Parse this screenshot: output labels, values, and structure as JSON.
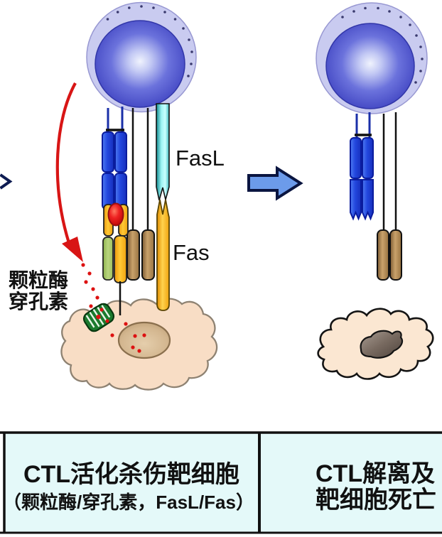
{
  "labels": {
    "fasl": "FasL",
    "fas": "Fas",
    "granzyme": "颗粒酶",
    "perforin": "穿孔素"
  },
  "caption": {
    "left": {
      "title": "CTL活化杀伤靶细胞",
      "subtitle": "（颗粒酶/穿孔素，FasL/Fas）"
    },
    "right": {
      "title": "CTL解离及",
      "subtitle": "靶细胞死亡"
    }
  },
  "colors": {
    "ctl_cell_body": "#4A4FCB",
    "ctl_cell_halo": "#C9CBF0",
    "tcr_blue": "#2347DE",
    "fasl_cyan": "#9FF4F4",
    "fas_yellow": "#FFC937",
    "adhesion_brown": "#C9A26B",
    "mhc_orange": "#FFB21E",
    "mhc_green": "#B9D57E",
    "antigen_red": "#EE2222",
    "granzyme_dot_red": "#DD1111",
    "perforin_pore_green": "#1B7A2E",
    "target_cell_peach": "#F8DDC5",
    "dead_nucleus_gray": "#786A60",
    "transition_arrow_blue": "#6C9BEA",
    "caption_background": "#E4F9F9"
  }
}
